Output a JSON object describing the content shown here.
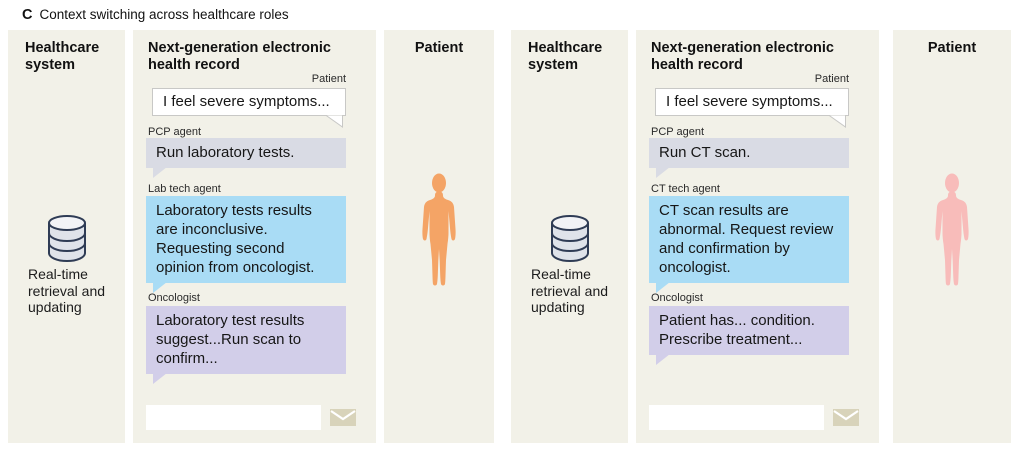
{
  "panel": {
    "label": "C",
    "title": "Context switching across healthcare roles"
  },
  "colors": {
    "canvas_bg": "#ffffff",
    "column_bg": "#f2f1e8",
    "patient_bubble_bg": "#ffffff",
    "patient_bubble_border": "#c8c8c6",
    "pcp_bubble_bg": "#d9dbe4",
    "tech_bubble_bg": "#a9dcf5",
    "oncologist_bubble_bg": "#d2cee9",
    "envelope": "#d8d3ba",
    "db_outline": "#2f3c55",
    "db_fill": "#dfe3ea",
    "db_top_fill": "#f2f3f6",
    "text_dark": "#111111"
  },
  "groups": [
    {
      "healthcare_system": {
        "title": "Healthcare system",
        "icon": "database-icon",
        "caption": "Real-time retrieval and updating"
      },
      "ehr": {
        "title": "Next-generation electronic health record",
        "messages": [
          {
            "sender": "Patient",
            "text": "I feel severe symptoms..."
          },
          {
            "sender": "PCP agent",
            "text": "Run laboratory tests."
          },
          {
            "sender": "Lab tech agent",
            "text": "Laboratory tests results are inconclusive. Requesting second opinion from oncologist."
          },
          {
            "sender": "Oncologist",
            "text": "Laboratory test results suggest...Run scan to confirm..."
          }
        ],
        "input": {
          "value": "",
          "icon": "envelope-send-icon"
        }
      },
      "patient_panel": {
        "title": "Patient",
        "figure": "human-figure",
        "figure_color": "#f4a466"
      }
    },
    {
      "healthcare_system": {
        "title": "Healthcare system",
        "icon": "database-icon",
        "caption": "Real-time retrieval and updating"
      },
      "ehr": {
        "title": "Next-generation electronic health record",
        "messages": [
          {
            "sender": "Patient",
            "text": "I feel severe symptoms..."
          },
          {
            "sender": "PCP agent",
            "text": "Run CT scan."
          },
          {
            "sender": "CT tech agent",
            "text": "CT scan results are abnormal. Request review and confirmation by oncologist."
          },
          {
            "sender": "Oncologist",
            "text": "Patient has... condition. Prescribe treatment..."
          }
        ],
        "input": {
          "value": "",
          "icon": "envelope-send-icon"
        }
      },
      "patient_panel": {
        "title": "Patient",
        "figure": "human-figure",
        "figure_color": "#f8bcba"
      }
    }
  ]
}
